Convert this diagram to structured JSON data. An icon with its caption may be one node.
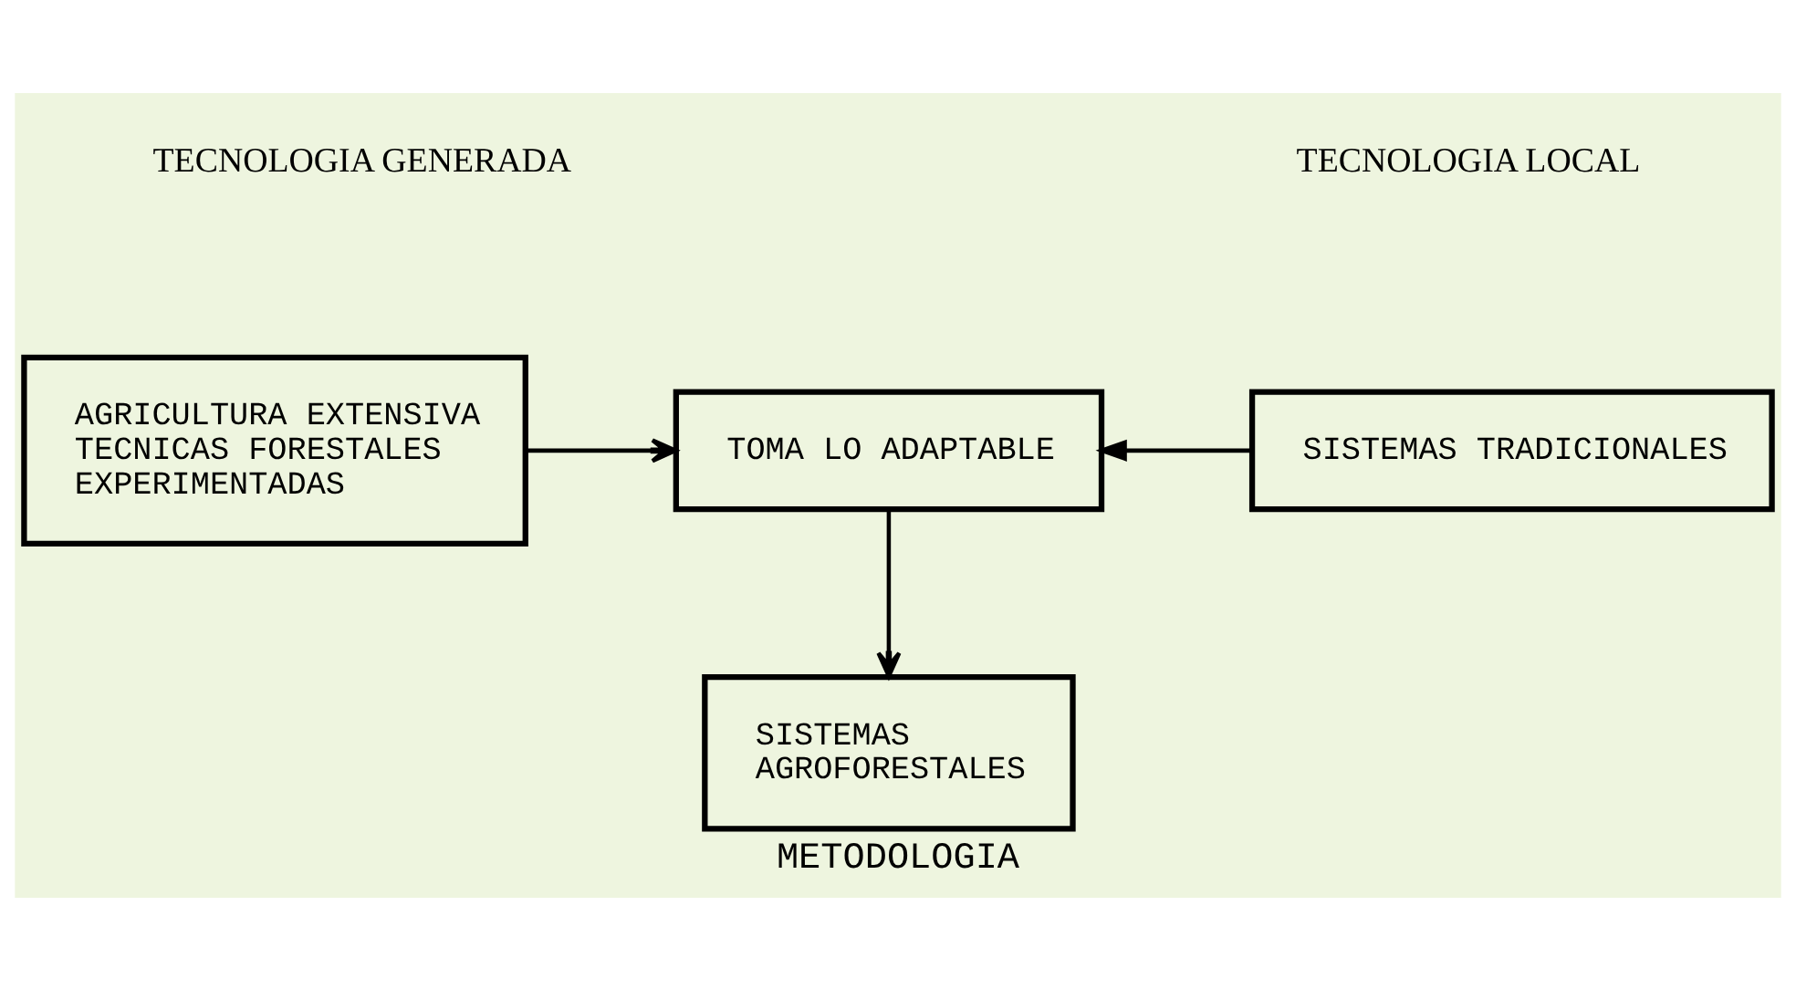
{
  "diagram": {
    "caption": "METODOLOGIA",
    "nodes": [
      {
        "text": [
          "AGRICULTURA EXTENSIVA",
          "TECNICAS FORESTALES EXPERIMENTADAS"
        ]
      },
      {
        "text": [
          "TOMA LO ADAPTABLE"
        ]
      },
      {
        "text": [
          "SISTEMAS TRADICIONALES"
        ]
      },
      {
        "text": [
          "SISTEMAS AGROFORESTALES"
        ]
      }
    ],
    "edges": [
      {
        "from": 0,
        "to": 1,
        "arrow": "to"
      },
      {
        "from": 2,
        "to": 1,
        "arrow": "to"
      },
      {
        "from": 1,
        "to": 3,
        "arrow": "to"
      }
    ],
    "labels": [
      "TECNOLOGIA GENERADA",
      "TECNOLOGIA LOCAL"
    ]
  }
}
